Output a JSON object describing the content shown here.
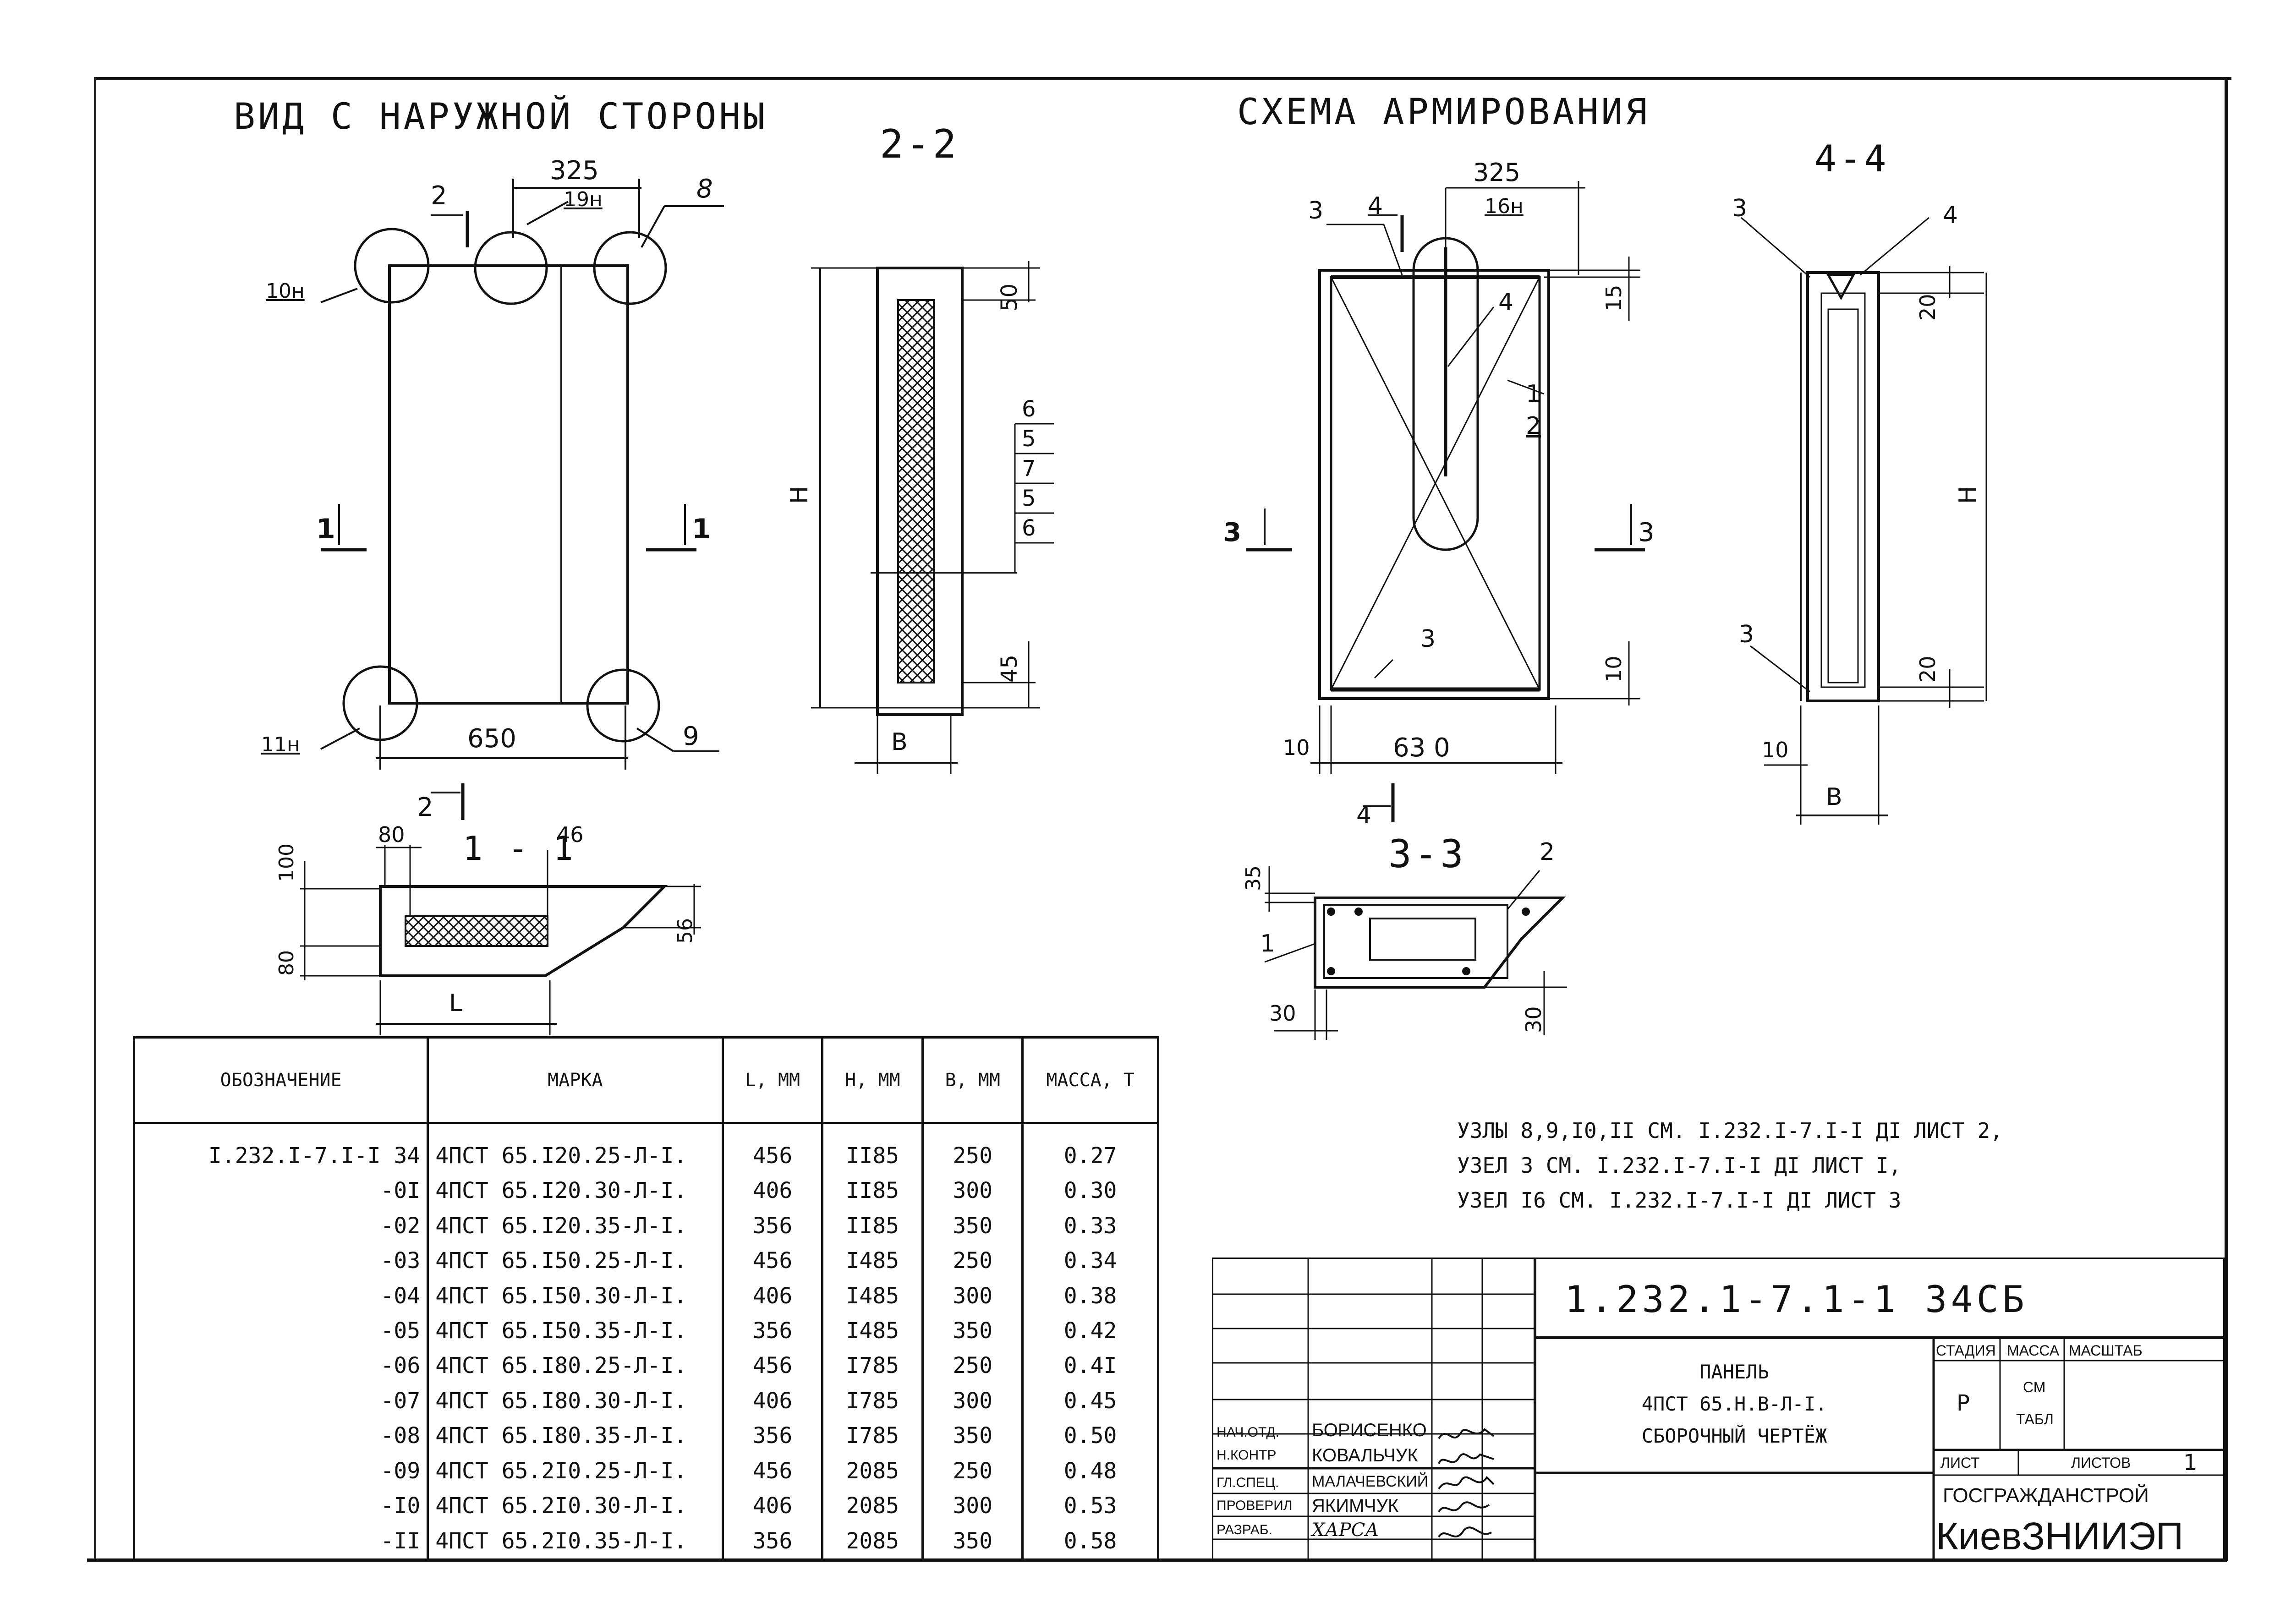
{
  "views": {
    "outer_view_title": "ВИД С НАРУЖНОЙ СТОРОНЫ",
    "section_2_2": "2-2",
    "reinforcement_title": "СХЕМА АРМИРОВАНИЯ",
    "section_4_4": "4-4",
    "section_1_1": "1 - 1",
    "section_3_3": "3-3"
  },
  "outer_view": {
    "dim_325": "325",
    "dim_650": "650",
    "node_19n": "19н",
    "node_10n": "10н",
    "node_11n": "11н",
    "node_8": "8",
    "node_9": "9",
    "cut_2_top": "2",
    "cut_2_bottom": "2",
    "cut_1_left": "1",
    "cut_1_right": "1"
  },
  "section22": {
    "dim_50": "50",
    "dim_45": "45",
    "dim_h": "Н",
    "dim_b": "В",
    "layers": [
      "6",
      "5",
      "7",
      "5",
      "6"
    ]
  },
  "reinforcement": {
    "dim_325": "325",
    "dim_630": "63 0",
    "dim_15": "15",
    "dim_10_right": "10",
    "dim_10_left": "10",
    "node_16n": "16н",
    "pos_3_top": "3",
    "pos_4_cut": "4",
    "pos_4": "4",
    "pos_1": "1",
    "pos_2": "2",
    "pos_3_bottom": "3",
    "cut_3_left": "3",
    "cut_3_right": "3",
    "cut_4_bottom": "4"
  },
  "section44": {
    "pos_3_top": "3",
    "pos_4": "4",
    "pos_3_bottom": "3",
    "dim_20_top": "20",
    "dim_20_bottom": "20",
    "dim_h": "Н",
    "dim_10": "10",
    "dim_b": "В"
  },
  "section11": {
    "dim_80_top": "80",
    "dim_46": "46",
    "dim_100": "100",
    "dim_80_left": "80",
    "dim_56": "56",
    "dim_l": "L"
  },
  "section33": {
    "dim_35": "35",
    "dim_30_left": "30",
    "dim_30_right": "30",
    "pos_1": "1",
    "pos_2": "2"
  },
  "table": {
    "headers": [
      "ОБОЗНАЧЕНИЕ",
      "МАРКА",
      "L, ММ",
      "Н, ММ",
      "В, ММ",
      "МАССА, Т"
    ],
    "rows": [
      [
        "I.232.I-7.I-I 34",
        "4ПСТ 65.I20.25-Л-I.",
        "456",
        "II85",
        "250",
        "0.27"
      ],
      [
        "-0I",
        "4ПСТ 65.I20.30-Л-I.",
        "406",
        "II85",
        "300",
        "0.30"
      ],
      [
        "-02",
        "4ПСТ 65.I20.35-Л-I.",
        "356",
        "II85",
        "350",
        "0.33"
      ],
      [
        "-03",
        "4ПСТ 65.I50.25-Л-I.",
        "456",
        "I485",
        "250",
        "0.34"
      ],
      [
        "-04",
        "4ПСТ 65.I50.30-Л-I.",
        "406",
        "I485",
        "300",
        "0.38"
      ],
      [
        "-05",
        "4ПСТ 65.I50.35-Л-I.",
        "356",
        "I485",
        "350",
        "0.42"
      ],
      [
        "-06",
        "4ПСТ 65.I80.25-Л-I.",
        "456",
        "I785",
        "250",
        "0.4I"
      ],
      [
        "-07",
        "4ПСТ 65.I80.30-Л-I.",
        "406",
        "I785",
        "300",
        "0.45"
      ],
      [
        "-08",
        "4ПСТ 65.I80.35-Л-I.",
        "356",
        "I785",
        "350",
        "0.50"
      ],
      [
        "-09",
        "4ПСТ 65.2I0.25-Л-I.",
        "456",
        "2085",
        "250",
        "0.48"
      ],
      [
        "-I0",
        "4ПСТ 65.2I0.30-Л-I.",
        "406",
        "2085",
        "300",
        "0.53"
      ],
      [
        "-II",
        "4ПСТ 65.2I0.35-Л-I.",
        "356",
        "2085",
        "350",
        "0.58"
      ]
    ]
  },
  "notes": [
    "УЗЛЫ 8,9,I0,II СМ. I.232.I-7.I-I ДI ЛИСТ 2,",
    "УЗЕЛ 3 СМ. I.232.I-7.I-I ДI ЛИСТ I,",
    "УЗЕЛ I6 СМ. I.232.I-7.I-I ДI ЛИСТ 3"
  ],
  "stamp": {
    "doc_code": "1.232.1-7.1-1 34СБ",
    "title_line1": "ПАНЕЛЬ",
    "title_line2": "4ПСТ 65.Н.В-Л-I.",
    "title_line3": "СБОРОЧНЫЙ ЧЕРТЁЖ",
    "stadia_label": "СТАДИЯ",
    "massa_label": "МАССА",
    "masshtab_label": "МАСШТАБ",
    "stadia_value": "Р",
    "massa_value_1": "СМ",
    "massa_value_2": "ТАБЛ",
    "list_label": "ЛИСТ",
    "listov_label": "ЛИСТОВ",
    "listov_value": "1",
    "org_1": "ГОСГРАЖДАНСТРОЙ",
    "org_2": "КиевЗНИИЭП",
    "roles": [
      "НАЧ.ОТД.",
      "Н.КОНТР",
      "ГЛ.СПЕЦ.",
      "ПРОВЕРИЛ",
      "РАЗРАБ."
    ],
    "names": [
      "БОРИСЕНКО",
      "КОВАЛЬЧУК",
      "МАЛАЧЕВСКИЙ",
      "ЯКИМЧУК",
      "ХАРСА"
    ]
  }
}
